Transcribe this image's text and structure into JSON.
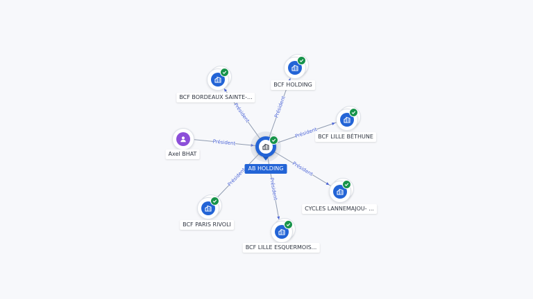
{
  "center": {
    "label": "AB HOLDING",
    "icon": "building-icon",
    "verified": true
  },
  "people": [
    {
      "id": "axel",
      "label": "Axel BHAT",
      "icon": "person-icon",
      "relation": "Président"
    }
  ],
  "companies": [
    {
      "id": "bcf-holding",
      "label": "BCF HOLDING",
      "icon": "building-icon",
      "verified": true,
      "relation": "Président"
    },
    {
      "id": "bcf-bordeaux",
      "label": "BCF BORDEAUX SAINTE-...",
      "icon": "building-icon",
      "verified": true,
      "relation": "Président"
    },
    {
      "id": "bcf-lille-bethune",
      "label": "BCF LILLE BÉTHUNE",
      "icon": "building-icon",
      "verified": true,
      "relation": "Président"
    },
    {
      "id": "cycles-lannemajou",
      "label": "CYCLES LANNEMAJOU- ...",
      "icon": "building-icon",
      "verified": true,
      "relation": "Président"
    },
    {
      "id": "bcf-lille-esquermois",
      "label": "BCF LILLE ESQUERMOIS...",
      "icon": "building-icon",
      "verified": true,
      "relation": "Président"
    },
    {
      "id": "bcf-paris-rivoli",
      "label": "BCF PARIS RIVOLI",
      "icon": "building-icon",
      "verified": true,
      "relation": "Président"
    }
  ],
  "colors": {
    "accent": "#2364d6",
    "verified": "#17934a",
    "person": "#8c4fd9",
    "edge_label": "#4a63d6"
  }
}
